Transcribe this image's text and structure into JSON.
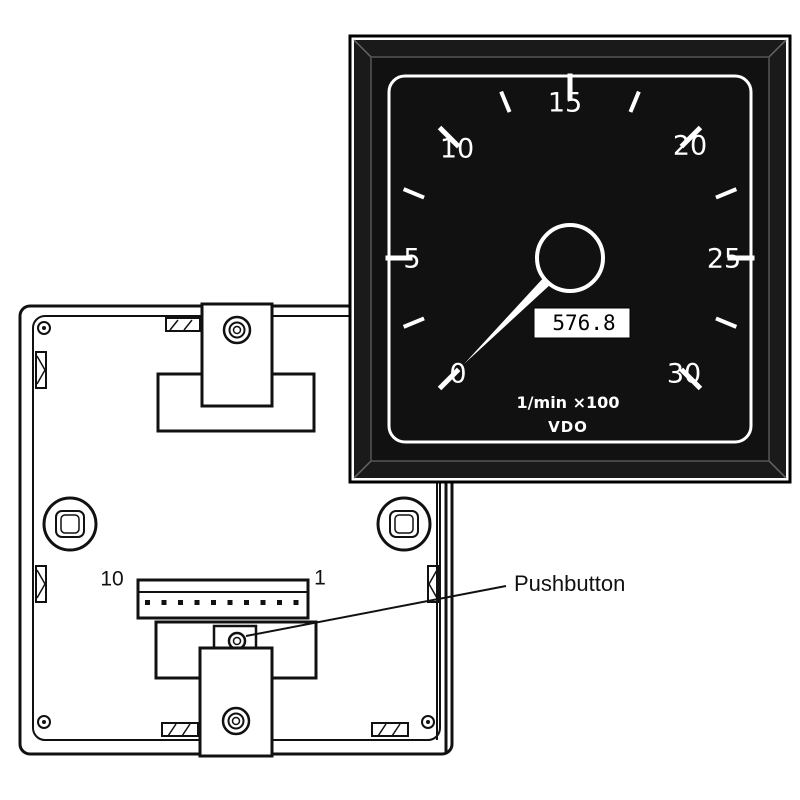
{
  "gauge": {
    "scale_labels": [
      "0",
      "5",
      "10",
      "15",
      "20",
      "25",
      "30"
    ],
    "unit": "1/min ×100",
    "brand": "VDO",
    "odometer": "576.8",
    "needle_value": 0
  },
  "rear_panel": {
    "connector_left_label": "10",
    "connector_right_label": "1",
    "callout_label": "Pushbutton"
  }
}
